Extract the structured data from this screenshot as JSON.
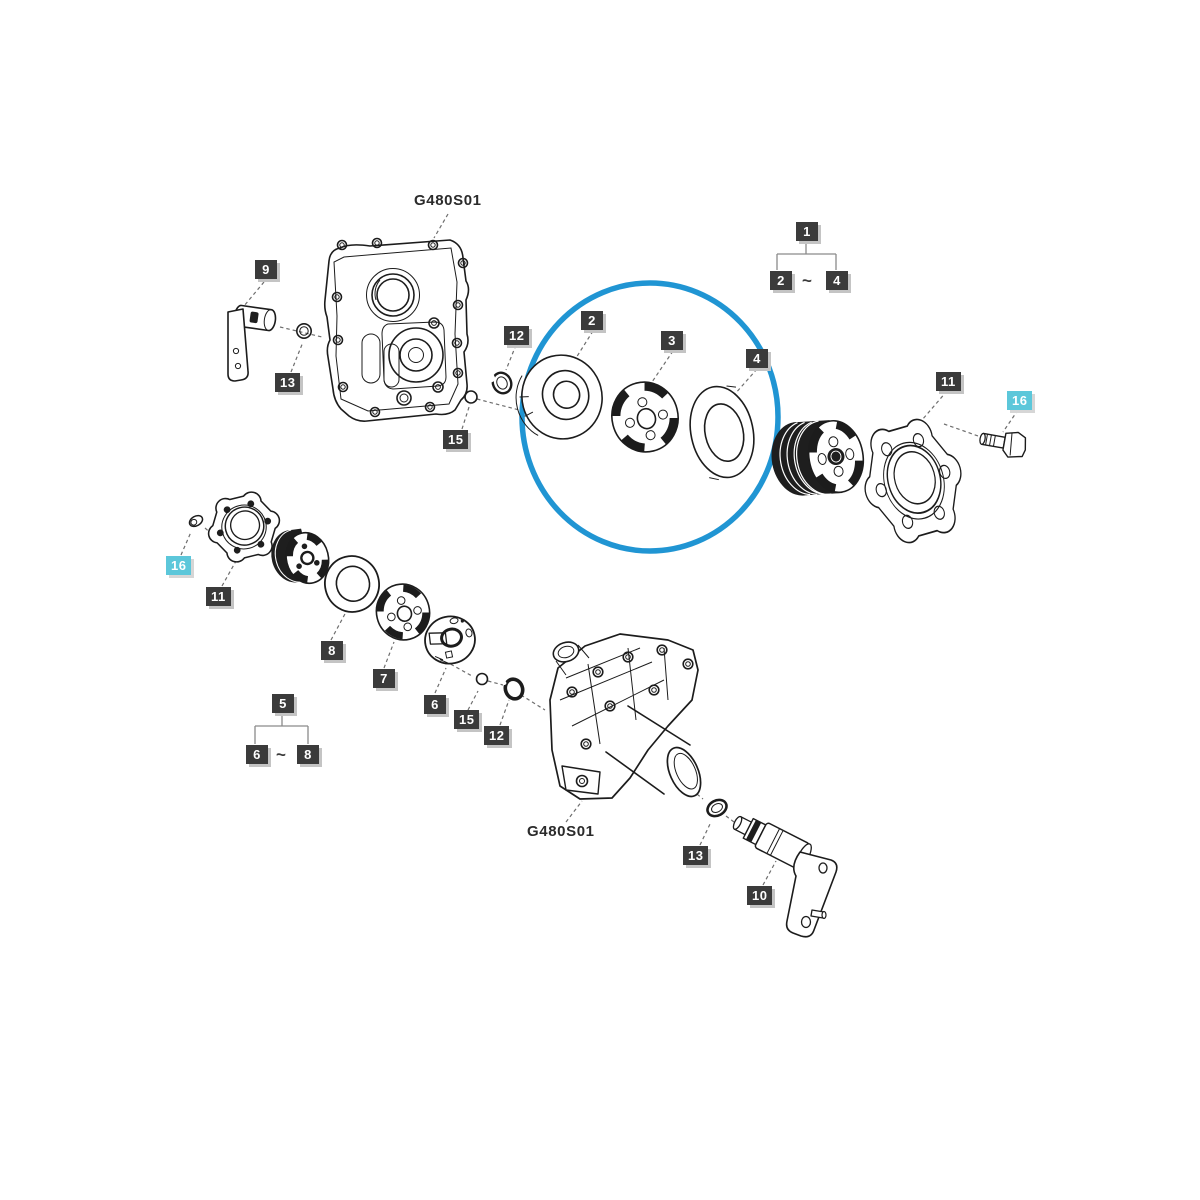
{
  "figure": {
    "type": "exploded-parts-diagram",
    "housing_code_top": "G480S01",
    "housing_code_bottom": "G480S01",
    "range_separator": "~",
    "highlight_color": "#2095d3",
    "callout_dark_bg": "#3b3b3b",
    "callout_cyan_bg": "#5cc7da"
  },
  "callouts": {
    "part9": "9",
    "part13_top": "13",
    "part12_top": "12",
    "part15_top": "15",
    "part2_circle": "2",
    "part3_circle": "3",
    "part4_circle": "4",
    "group1_parent": "1",
    "group1_from": "2",
    "group1_to": "4",
    "part11_right": "11",
    "part16_right": "16",
    "part16_left": "16",
    "part11_left": "11",
    "part8": "8",
    "part7": "7",
    "part6": "6",
    "part15_bottom": "15",
    "part12_bottom": "12",
    "group5_parent": "5",
    "group5_from": "6",
    "group5_to": "8",
    "part13_bottom": "13",
    "part10": "10"
  }
}
